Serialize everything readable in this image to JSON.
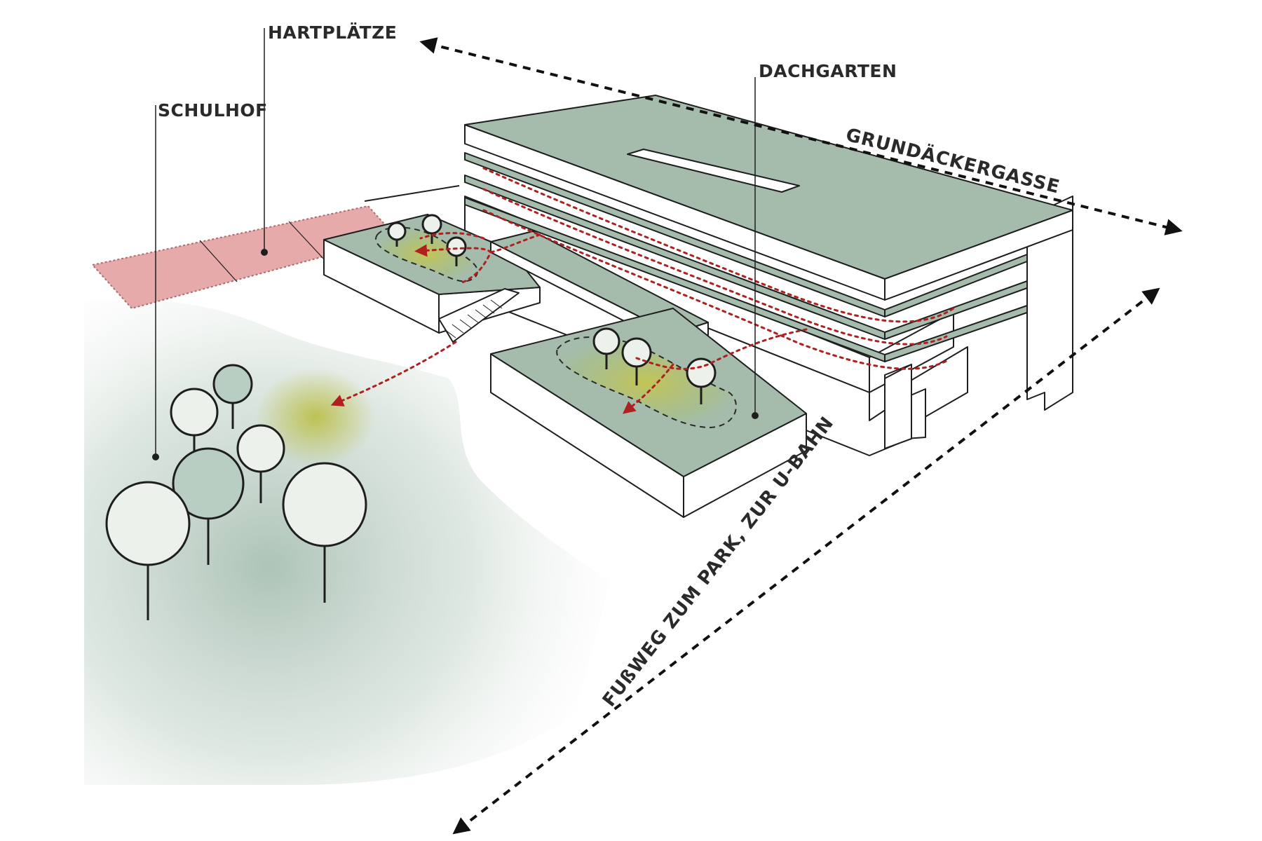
{
  "labels": {
    "hartplaetze": "HARTPLÄTZE",
    "schulhof": "SCHULHOF",
    "dachgarten": "DACHGARTEN"
  },
  "streets": {
    "top": "GRUNDÄCKERGASSE",
    "right": "FUßWEG ZUM PARK, ZUR U-BAHN"
  },
  "colors": {
    "roof_green": "#a5bcad",
    "hard_court_pink": "#e6aaaa",
    "route_red": "#b02020",
    "ground_green": "#b9cdc0"
  }
}
